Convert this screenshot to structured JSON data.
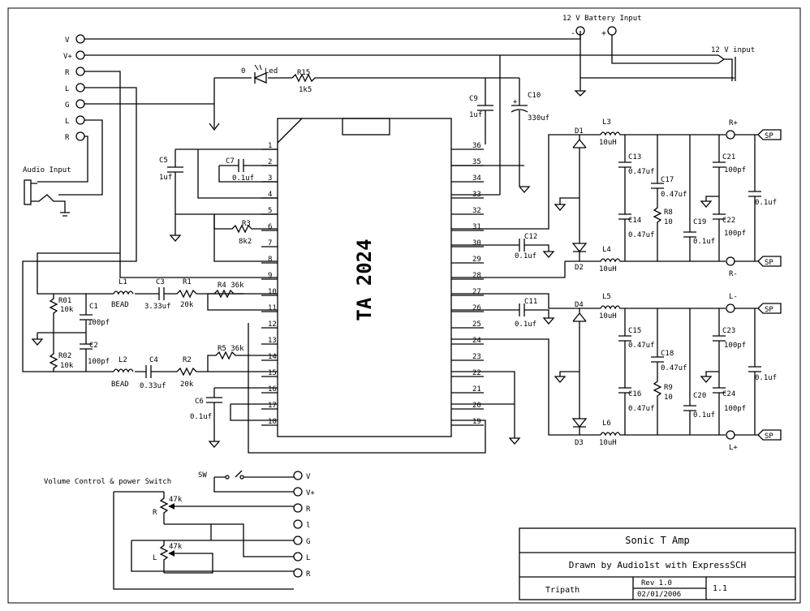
{
  "connector_labels": [
    "V",
    "V+",
    "R",
    "L",
    "G",
    "L",
    "R"
  ],
  "audio_input_label": "Audio Input",
  "battery": {
    "label": "12 V Battery Input",
    "minus": "-",
    "plus": "+"
  },
  "input_12v_label": "12 V input",
  "led": {
    "num": "0",
    "label": "Led"
  },
  "chip": {
    "name": "TA 2024",
    "left_pins": [
      "1",
      "2",
      "3",
      "4",
      "5",
      "6",
      "7",
      "8",
      "9",
      "10",
      "11",
      "12",
      "13",
      "14",
      "15",
      "16",
      "17",
      "18"
    ],
    "right_pins": [
      "36",
      "35",
      "34",
      "33",
      "32",
      "31",
      "30",
      "29",
      "28",
      "27",
      "26",
      "25",
      "24",
      "23",
      "22",
      "21",
      "20",
      "19"
    ]
  },
  "parts": {
    "R15": "R15",
    "R15_val": "1k5",
    "C9": "C9",
    "C9_val": "1uf",
    "C10": "C10",
    "C10_val": "330uf",
    "C5": "C5",
    "C5_val": "1uf",
    "C7": "C7",
    "C7_val": "0.1uf",
    "R3": "R3",
    "R3_val": "8k2",
    "L1": "L1",
    "L1_val": "BEAD",
    "C3": "C3",
    "C3_val": "3.33uf",
    "R1": "R1",
    "R1_val": "20k",
    "R4": "R4 36k",
    "R01": "R01",
    "R01_val": "10k",
    "C1": "C1",
    "C1_val": "100pf",
    "R02": "R02",
    "R02_val": "10k",
    "C2": "C2",
    "C2_val": "100pf",
    "L2": "L2",
    "L2_val": "BEAD",
    "C4": "C4",
    "C4_val": "0.33uf",
    "R2": "R2",
    "R2_val": "20k",
    "R5": "R5 36k",
    "C6": "C6",
    "C6_val": "0.1uf",
    "C12": "C12",
    "C12_val": "0.1uf",
    "C11": "C11",
    "C11_val": "0.1uf",
    "D1": "D1",
    "D2": "D2",
    "D3": "D3",
    "D4": "D4",
    "L3": "L3",
    "L3_val": "10uH",
    "L4": "L4",
    "L4_val": "10uH",
    "L5": "L5",
    "L5_val": "10uH",
    "L6": "L6",
    "L6_val": "10uH",
    "C13": "C13",
    "C13_val": "0.47uf",
    "C14": "C14",
    "C14_val": "0.47uf",
    "C15": "C15",
    "C15_val": "0.47uf",
    "C16": "C16",
    "C16_val": "0.47uf",
    "C17": "C17",
    "C17_val": "0.47uf",
    "C18": "C18",
    "C18_val": "0.47uf",
    "R8": "R8",
    "R8_val": "10",
    "R9": "R9",
    "R9_val": "10",
    "C19": "C19",
    "C19_val": "0.1uf",
    "C20": "C20",
    "C20_val": "0.1uf",
    "C21": "C21",
    "C21_val": "100pf",
    "C22": "C22",
    "C22_val": "100pf",
    "C23": "C23",
    "C23_val": "100pf",
    "C24": "C24",
    "C24_val": "100pf",
    "C_right1_val": "0.1uf",
    "C_right2_val": "0.1uf"
  },
  "outputs": {
    "r_plus": "R+",
    "r_minus": "R-",
    "l_minus": "L-",
    "l_plus": "L+",
    "sp": "SP"
  },
  "volume": {
    "title": "Volume Control & power Switch",
    "sw": "SW",
    "pot_r": "R",
    "pot_r_val": "47k",
    "pot_l": "L",
    "pot_l_val": "47k",
    "connectors": [
      "V",
      "V+",
      "R",
      "l",
      "G",
      "L",
      "R"
    ]
  },
  "title_block": {
    "title": "Sonic T Amp",
    "drawn_by": "Drawn by Audio1st with ExpressSCH",
    "company": "Tripath",
    "rev": "Rev 1.0",
    "sheet": "1.1",
    "date": "02/01/2006"
  }
}
